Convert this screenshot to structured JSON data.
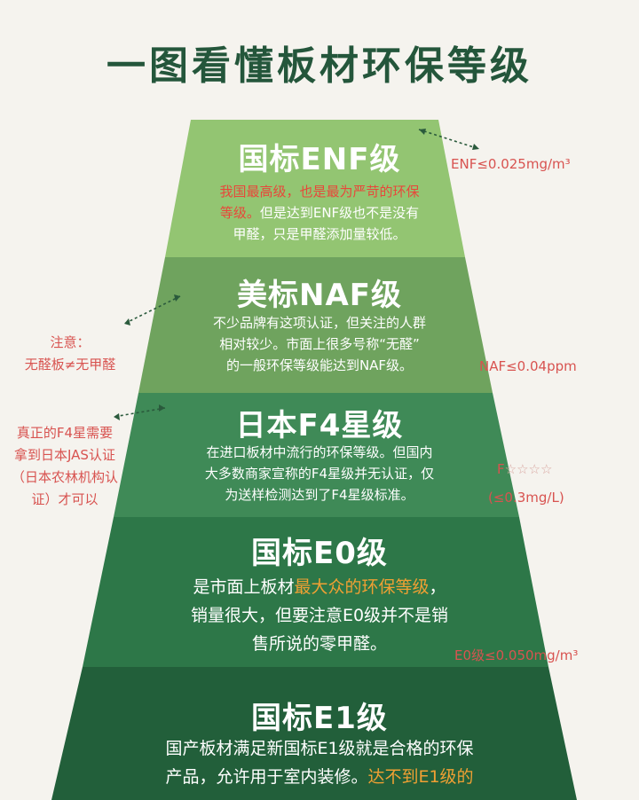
{
  "title": "一图看懂板材环保等级",
  "colors": {
    "tier1": "#93c572",
    "tier2": "#6fa35e",
    "tier3": "#3f8a57",
    "tier4": "#2d7748",
    "tier5": "#225f3a",
    "accent_red": "#e8473a",
    "accent_orange": "#f0a033",
    "annotation": "#d85350"
  },
  "tiers": [
    {
      "title": "国标ENF级",
      "desc": [
        [
          {
            "t": "我国最高级，也是最为严苛的环保",
            "c": "red"
          }
        ],
        [
          {
            "t": "等级。",
            "c": "red"
          },
          {
            "t": "但是达到ENF级也不是没有",
            "c": ""
          }
        ],
        [
          {
            "t": "甲醛，只是甲醛添加量较低。",
            "c": ""
          }
        ]
      ],
      "side": "ENF≤0.025mg/m³"
    },
    {
      "title": "美标NAF级",
      "desc": [
        [
          {
            "t": "不少品牌有这项认证，但关注的人群",
            "c": ""
          }
        ],
        [
          {
            "t": "相对较少。市面上很多号称“无醛”",
            "c": ""
          }
        ],
        [
          {
            "t": "的一般环保等级能达到NAF级。",
            "c": ""
          }
        ]
      ],
      "side": "NAF≤0.04ppm"
    },
    {
      "title": "日本F4星级",
      "desc": [
        [
          {
            "t": "在进口板材中流行的环保等级。但国内",
            "c": ""
          }
        ],
        [
          {
            "t": "大多数商家宣称的F4星级并无认证，仅",
            "c": ""
          }
        ],
        [
          {
            "t": "为送样检测达到了F4星级标准。",
            "c": ""
          }
        ]
      ],
      "side_stars_prefix": "F",
      "side_stars": "☆☆☆☆",
      "side_sub": "(≤0.3mg/L)"
    },
    {
      "title": "国标E0级",
      "desc": [
        [
          {
            "t": "是市面上板材",
            "c": ""
          },
          {
            "t": "最大众的环保等级",
            "c": "orange"
          },
          {
            "t": "，",
            "c": ""
          }
        ],
        [
          {
            "t": "销量很大，但要注意E0级并不是销",
            "c": ""
          }
        ],
        [
          {
            "t": "售所说的零甲醛。",
            "c": ""
          }
        ]
      ],
      "side": "E0级≤0.050mg/m³"
    },
    {
      "title": "国标E1级",
      "desc": [
        [
          {
            "t": "国产板材满足新国标E1级就是合格的环保",
            "c": ""
          }
        ],
        [
          {
            "t": "产品，允许用于室内装修。",
            "c": ""
          },
          {
            "t": "达不到E1级的",
            "c": "orange"
          }
        ]
      ]
    }
  ],
  "notes": {
    "naf_note": [
      "注意：",
      "无醛板≠无甲醛"
    ],
    "f4_note": [
      "真正的F4星需要",
      "拿到日本JAS认证",
      "（日本农林机构认",
      "证）才可以"
    ]
  }
}
